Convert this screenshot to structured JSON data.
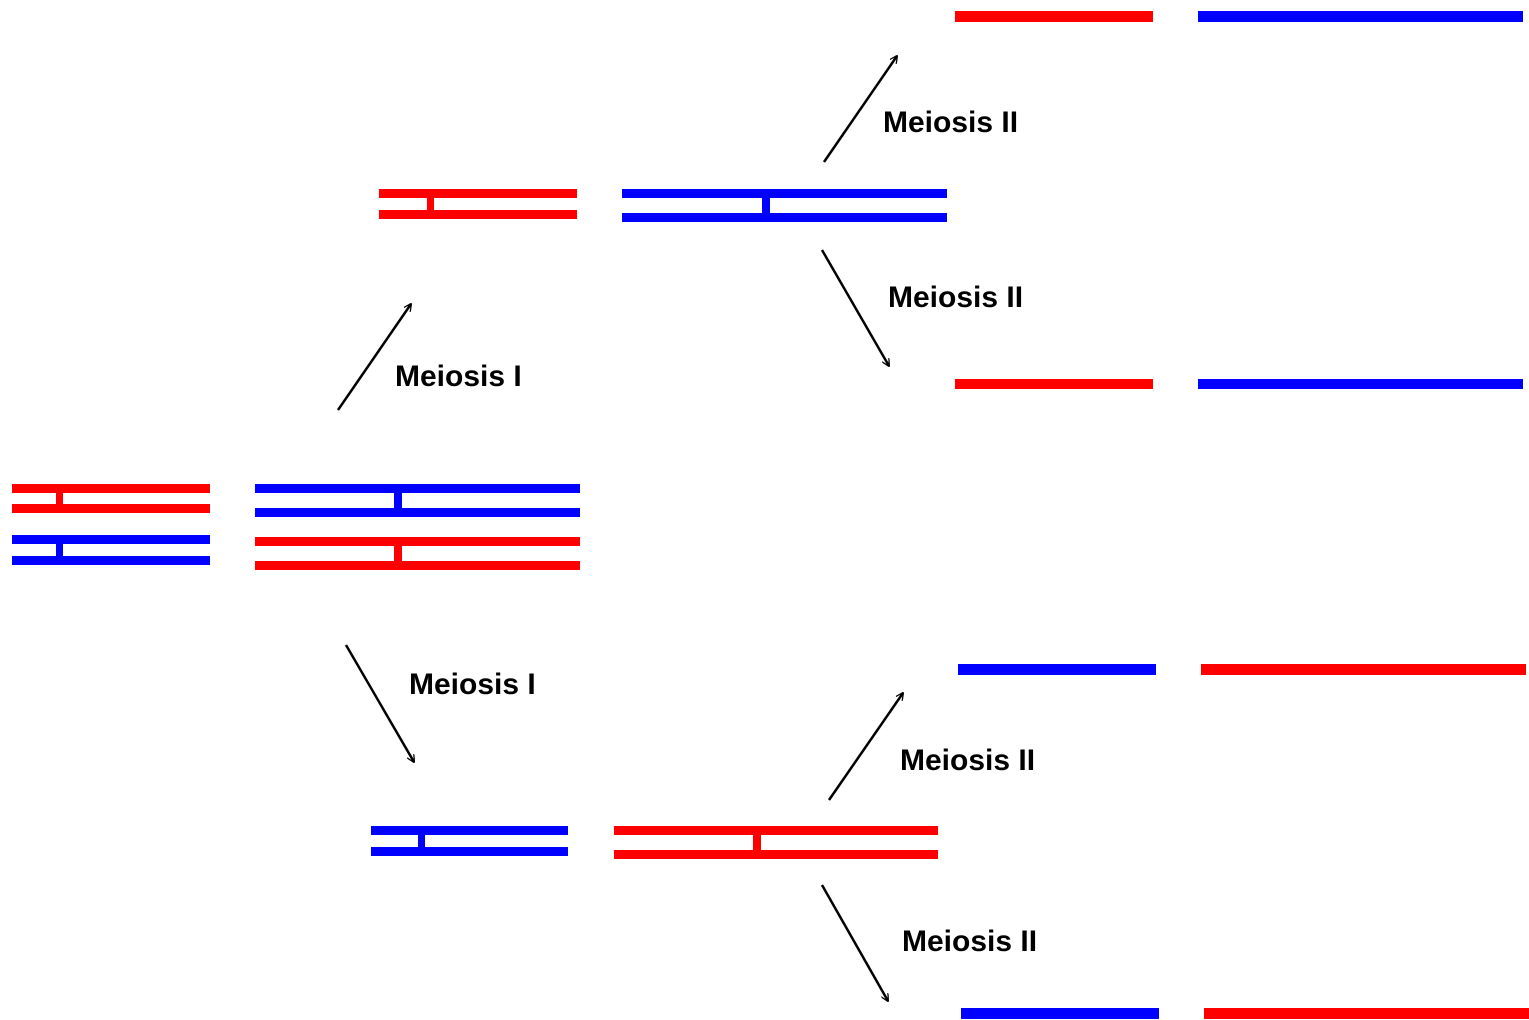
{
  "colors": {
    "maternal": "#ff0000",
    "paternal": "#0000ff",
    "arrow": "#000000",
    "background": "#ffffff"
  },
  "labels": {
    "meiosis_1_upper": "Meiosis I",
    "meiosis_1_lower": "Meiosis I",
    "meiosis_2_top_up": "Meiosis II",
    "meiosis_2_top_down": "Meiosis II",
    "meiosis_2_bottom_up": "Meiosis II",
    "meiosis_2_bottom_down": "Meiosis II"
  }
}
